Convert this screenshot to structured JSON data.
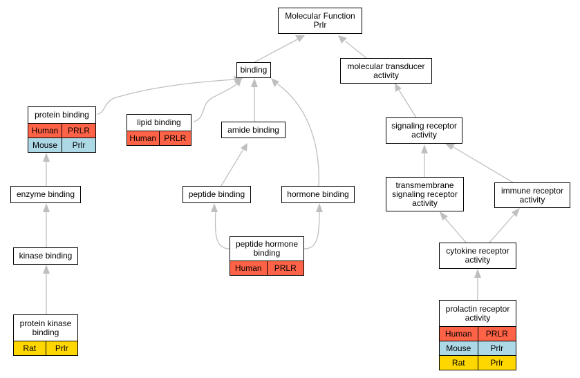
{
  "colors": {
    "human": "#ff6347",
    "mouse": "#add8e6",
    "rat": "#ffd700",
    "edge": "#bfbfbf"
  },
  "nodes": {
    "molecular_function": {
      "line1": "Molecular Function",
      "line2": "Prlr"
    },
    "binding": {
      "label": "binding"
    },
    "molecular_transducer": {
      "line1": "molecular transducer",
      "line2": "activity"
    },
    "protein_binding": {
      "label": "protein binding",
      "rows": [
        {
          "species": "Human",
          "gene": "PRLR"
        },
        {
          "species": "Mouse",
          "gene": "Prlr"
        }
      ]
    },
    "lipid_binding": {
      "label": "lipid binding",
      "rows": [
        {
          "species": "Human",
          "gene": "PRLR"
        }
      ]
    },
    "amide_binding": {
      "label": "amide binding"
    },
    "signaling_receptor": {
      "line1": "signaling receptor",
      "line2": "activity"
    },
    "enzyme_binding": {
      "label": "enzyme binding"
    },
    "peptide_binding": {
      "label": "peptide binding"
    },
    "hormone_binding": {
      "label": "hormone binding"
    },
    "transmembrane": {
      "line1": "transmembrane",
      "line2": "signaling receptor",
      "line3": "activity"
    },
    "immune_receptor": {
      "line1": "immune receptor",
      "line2": "activity"
    },
    "kinase_binding": {
      "label": "kinase binding"
    },
    "peptide_hormone_binding": {
      "line1": "peptide hormone",
      "line2": "binding",
      "rows": [
        {
          "species": "Human",
          "gene": "PRLR"
        }
      ]
    },
    "cytokine_receptor": {
      "line1": "cytokine receptor",
      "line2": "activity"
    },
    "protein_kinase_binding": {
      "line1": "protein kinase",
      "line2": "binding",
      "rows": [
        {
          "species": "Rat",
          "gene": "Prlr"
        }
      ]
    },
    "prolactin_receptor": {
      "line1": "prolactin receptor",
      "line2": "activity",
      "rows": [
        {
          "species": "Human",
          "gene": "PRLR"
        },
        {
          "species": "Mouse",
          "gene": "Prlr"
        },
        {
          "species": "Rat",
          "gene": "Prlr"
        }
      ]
    }
  }
}
